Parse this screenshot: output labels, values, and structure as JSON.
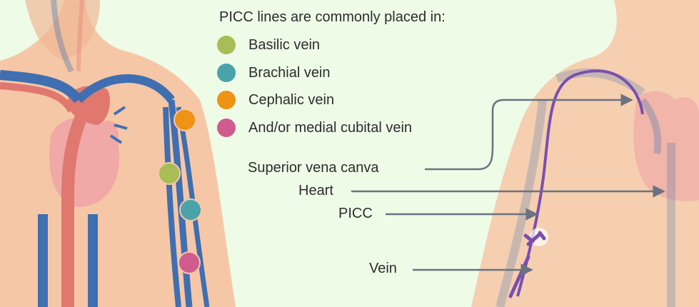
{
  "heading": "PICC lines are commonly placed in:",
  "legend": [
    {
      "label": "Basilic vein",
      "color": "#a8bd55",
      "icon": "circle-marker"
    },
    {
      "label": "Brachial vein",
      "color": "#4aa3a8",
      "icon": "circle-marker"
    },
    {
      "label": "Cephalic vein",
      "color": "#ee9313",
      "icon": "circle-marker"
    },
    {
      "label": "And/or medial cubital vein",
      "color": "#cf5c8e",
      "icon": "circle-marker"
    }
  ],
  "callouts": {
    "svc": "Superior vena canva",
    "heart": "Heart",
    "picc": "PICC",
    "vein": "Vein"
  },
  "colors": {
    "background": "#eefbe7",
    "skin": "#f6c7a6",
    "vein_blue": "#3f6fb0",
    "artery_red": "#e0786f",
    "heart": "#f0a9a6",
    "picc_line": "#7a4fb0",
    "leader_line": "#6b7280"
  }
}
